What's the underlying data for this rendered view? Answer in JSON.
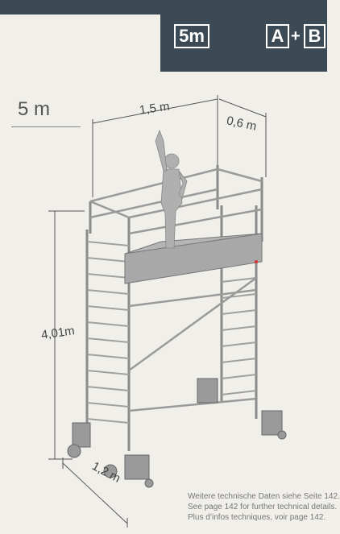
{
  "header": {
    "height_badge": "5m",
    "badge_a": "A",
    "badge_plus": "+",
    "badge_b": "B"
  },
  "side_label": "5 m",
  "dimensions": {
    "width": "1,5 m",
    "depth": "0,6 m",
    "height": "4,01m",
    "length": "1,2 m"
  },
  "notes": [
    "Weitere technische Daten siehe Seite 142.",
    "See page 142 for further technical details.",
    "Plus d’infos techniques, voir page 142."
  ],
  "colors": {
    "header": "#3c4a56",
    "background": "#f1efea"
  }
}
